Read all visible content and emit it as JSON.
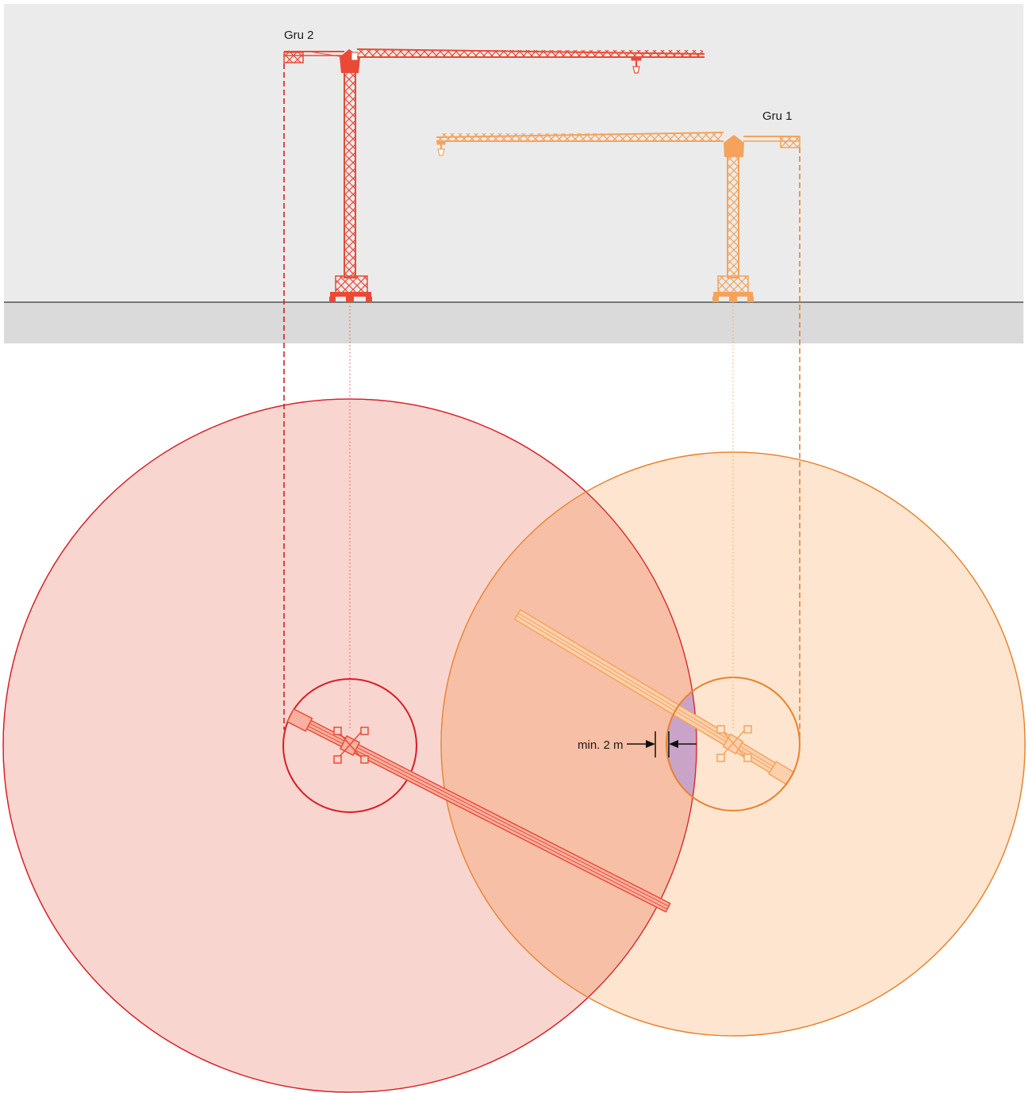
{
  "labels": {
    "crane2": "Gru 2",
    "crane1": "Gru 1",
    "min_distance": "min. 2 m"
  },
  "colors": {
    "sky": "#ebebeb",
    "ground": "#d9dad9",
    "ground_line": "#555555",
    "crane2": "#ea4a35",
    "crane2_circle_stroke": "#d91d25",
    "crane2_fill": "#f8d6cf",
    "crane1": "#f5a35a",
    "crane1_circle_stroke": "#e8822e",
    "crane1_fill": "#fde5cf",
    "overlap_fill": "#f7bfa5",
    "collision_zone": "#c9a4c8"
  },
  "icons": {
    "dimension": "double-arrow-inward-icon"
  }
}
